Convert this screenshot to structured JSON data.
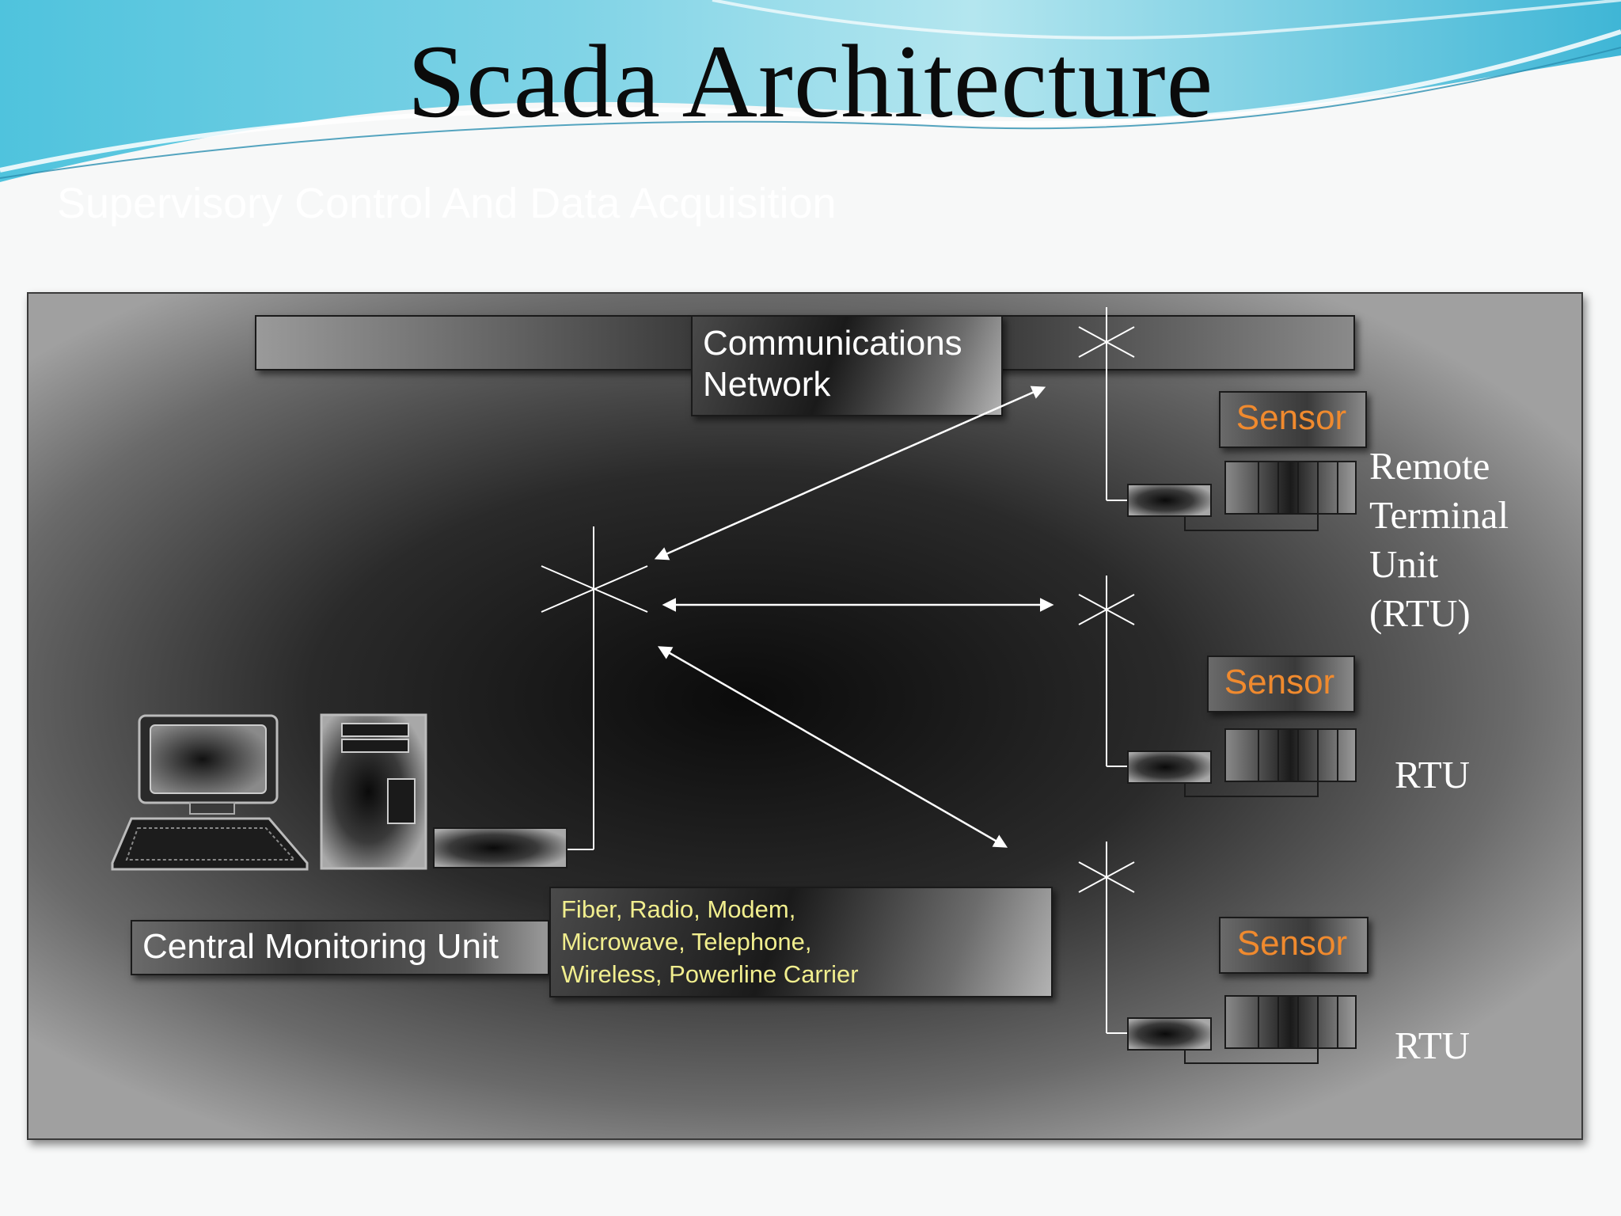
{
  "slide": {
    "title": "Scada Architecture",
    "subtitle": "Supervisory Control And Data Acquisition"
  },
  "diagram": {
    "network_label": "Communications\nNetwork",
    "media_lines": [
      "Fiber, Radio, Modem,",
      "Microwave, Telephone,",
      "Wireless, Powerline Carrier"
    ],
    "central_label": "Central Monitoring Unit",
    "sensors": [
      "Sensor",
      "Sensor",
      "Sensor"
    ],
    "rtu_labels": {
      "first": [
        "Remote",
        "Terminal",
        "Unit",
        "(RTU)"
      ],
      "second": "RTU",
      "third": "RTU"
    }
  },
  "colors": {
    "sensor_text": "#f08a2e",
    "media_text": "#f1ee8e",
    "label_text": "#ffffff",
    "title_text": "#0b0b0b"
  }
}
